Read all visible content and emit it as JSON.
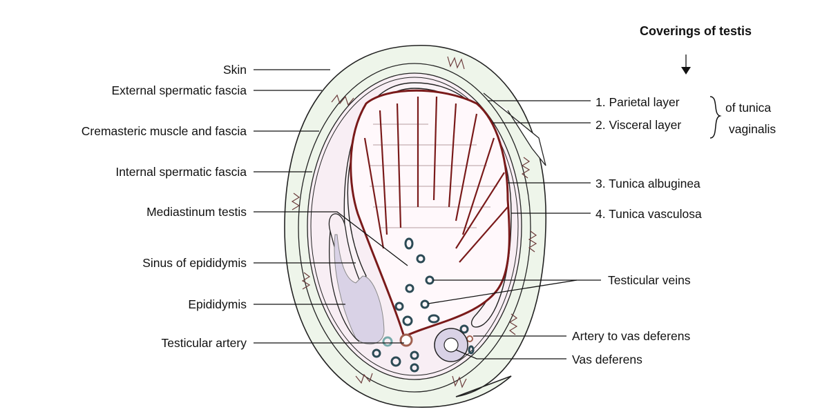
{
  "title": "Coverings of testis",
  "left_labels": {
    "skin": "Skin",
    "external_spermatic_fascia": "External spermatic fascia",
    "cremasteric": "Cremasteric muscle and fascia",
    "internal_spermatic_fascia": "Internal spermatic fascia",
    "mediastinum": "Mediastinum testis",
    "sinus": "Sinus of epididymis",
    "epididymis": "Epididymis",
    "testicular_artery": "Testicular artery"
  },
  "right_labels": {
    "parietal": "1. Parietal layer",
    "visceral": "2. Visceral layer",
    "of_tunica": "of tunica",
    "vaginalis": "vaginalis",
    "albuginea": "3. Tunica albuginea",
    "vasculosa": "4. Tunica vasculosa",
    "testicular_veins": "Testicular veins",
    "artery_vas": "Artery to vas deferens",
    "vas_deferens": "Vas deferens"
  },
  "colors": {
    "skin_band": "#eef5ea",
    "cavity": "#f8eef4",
    "tunica": "#7a1a1a",
    "epididymis": "#d9d2e6",
    "vessel": "#2c4a55"
  }
}
